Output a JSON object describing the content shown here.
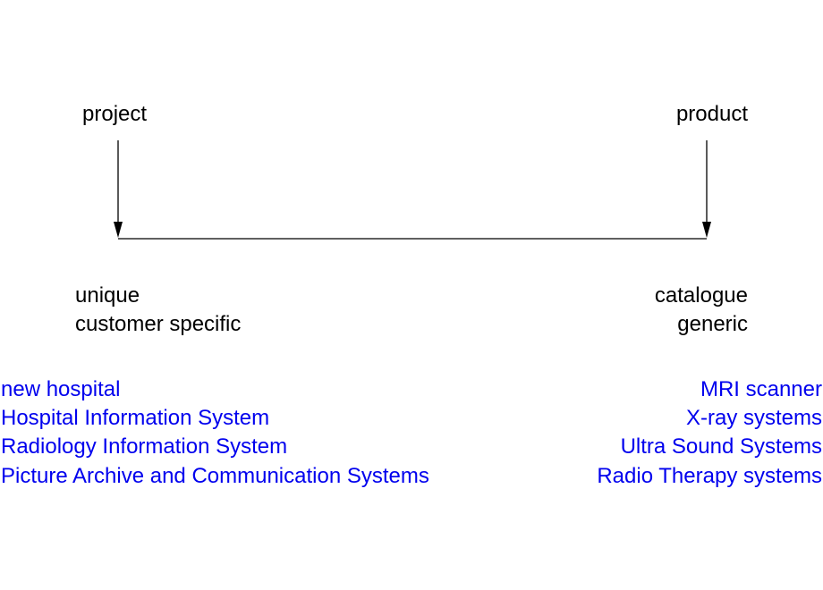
{
  "labels": {
    "left_top": "project",
    "right_top": "product",
    "left_traits": [
      "unique",
      "customer specific"
    ],
    "right_traits": [
      "catalogue",
      "generic"
    ]
  },
  "examples": {
    "left": [
      "new hospital",
      "Hospital Information System",
      "Radiology Information System",
      "Picture Archive and Communication Systems"
    ],
    "right": [
      "MRI scanner",
      "X-ray systems",
      "Ultra Sound Systems",
      "Radio Therapy systems"
    ]
  },
  "colors": {
    "text": "#000000",
    "examples": "#0000ee",
    "lines": "#000000"
  }
}
